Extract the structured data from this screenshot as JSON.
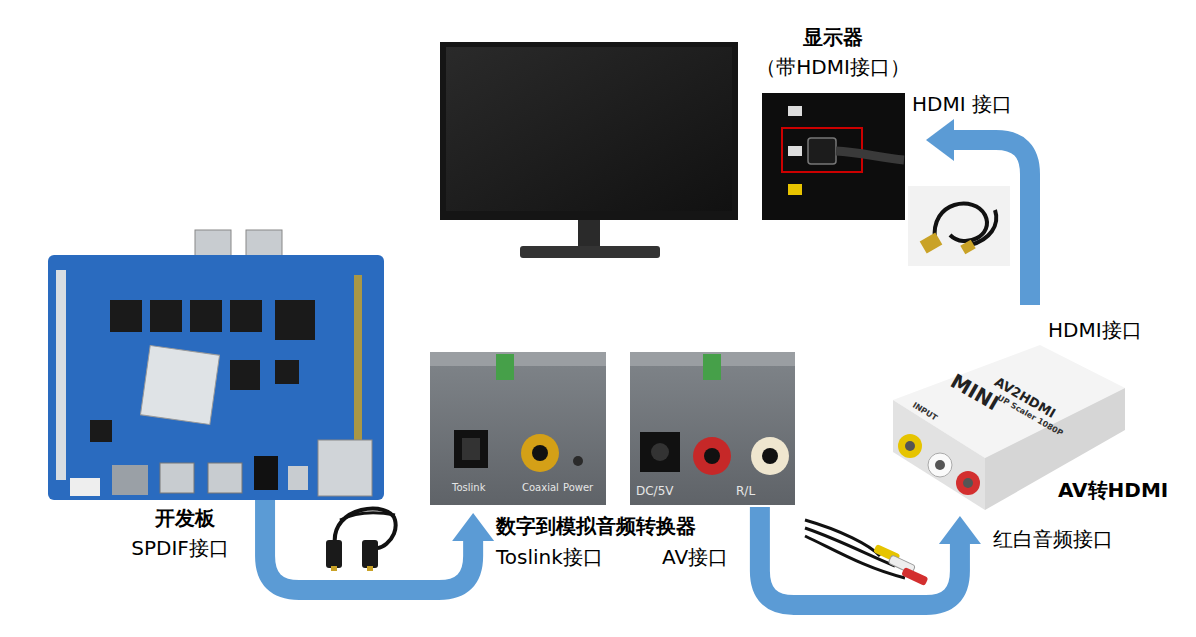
{
  "diagram": {
    "nodes": [
      {
        "text": [
          "显示器",
          "（带HDMI接口）"
        ]
      },
      {
        "text": [
          "开发板",
          "SPDIF接口"
        ]
      },
      {
        "text": [
          "数字到模拟音频转换器",
          "Toslink接口",
          "AV接口"
        ]
      },
      {
        "text": [
          "HDMI接口",
          "AV转HDMI",
          "红白音频接口"
        ]
      }
    ],
    "edges": [
      {
        "from": 1,
        "to": 2,
        "arrow": "to"
      },
      {
        "from": 2,
        "to": 3,
        "arrow": "to"
      },
      {
        "from": 3,
        "to": 0,
        "arrow": "to"
      }
    ],
    "labels": [
      "HDMI 接口",
      "Toslink",
      "Coaxial",
      "Power",
      "DC/5V",
      "R/L",
      "INPUT",
      "MINI",
      "AV2HDMI",
      "UP Scaler 1080P"
    ]
  }
}
